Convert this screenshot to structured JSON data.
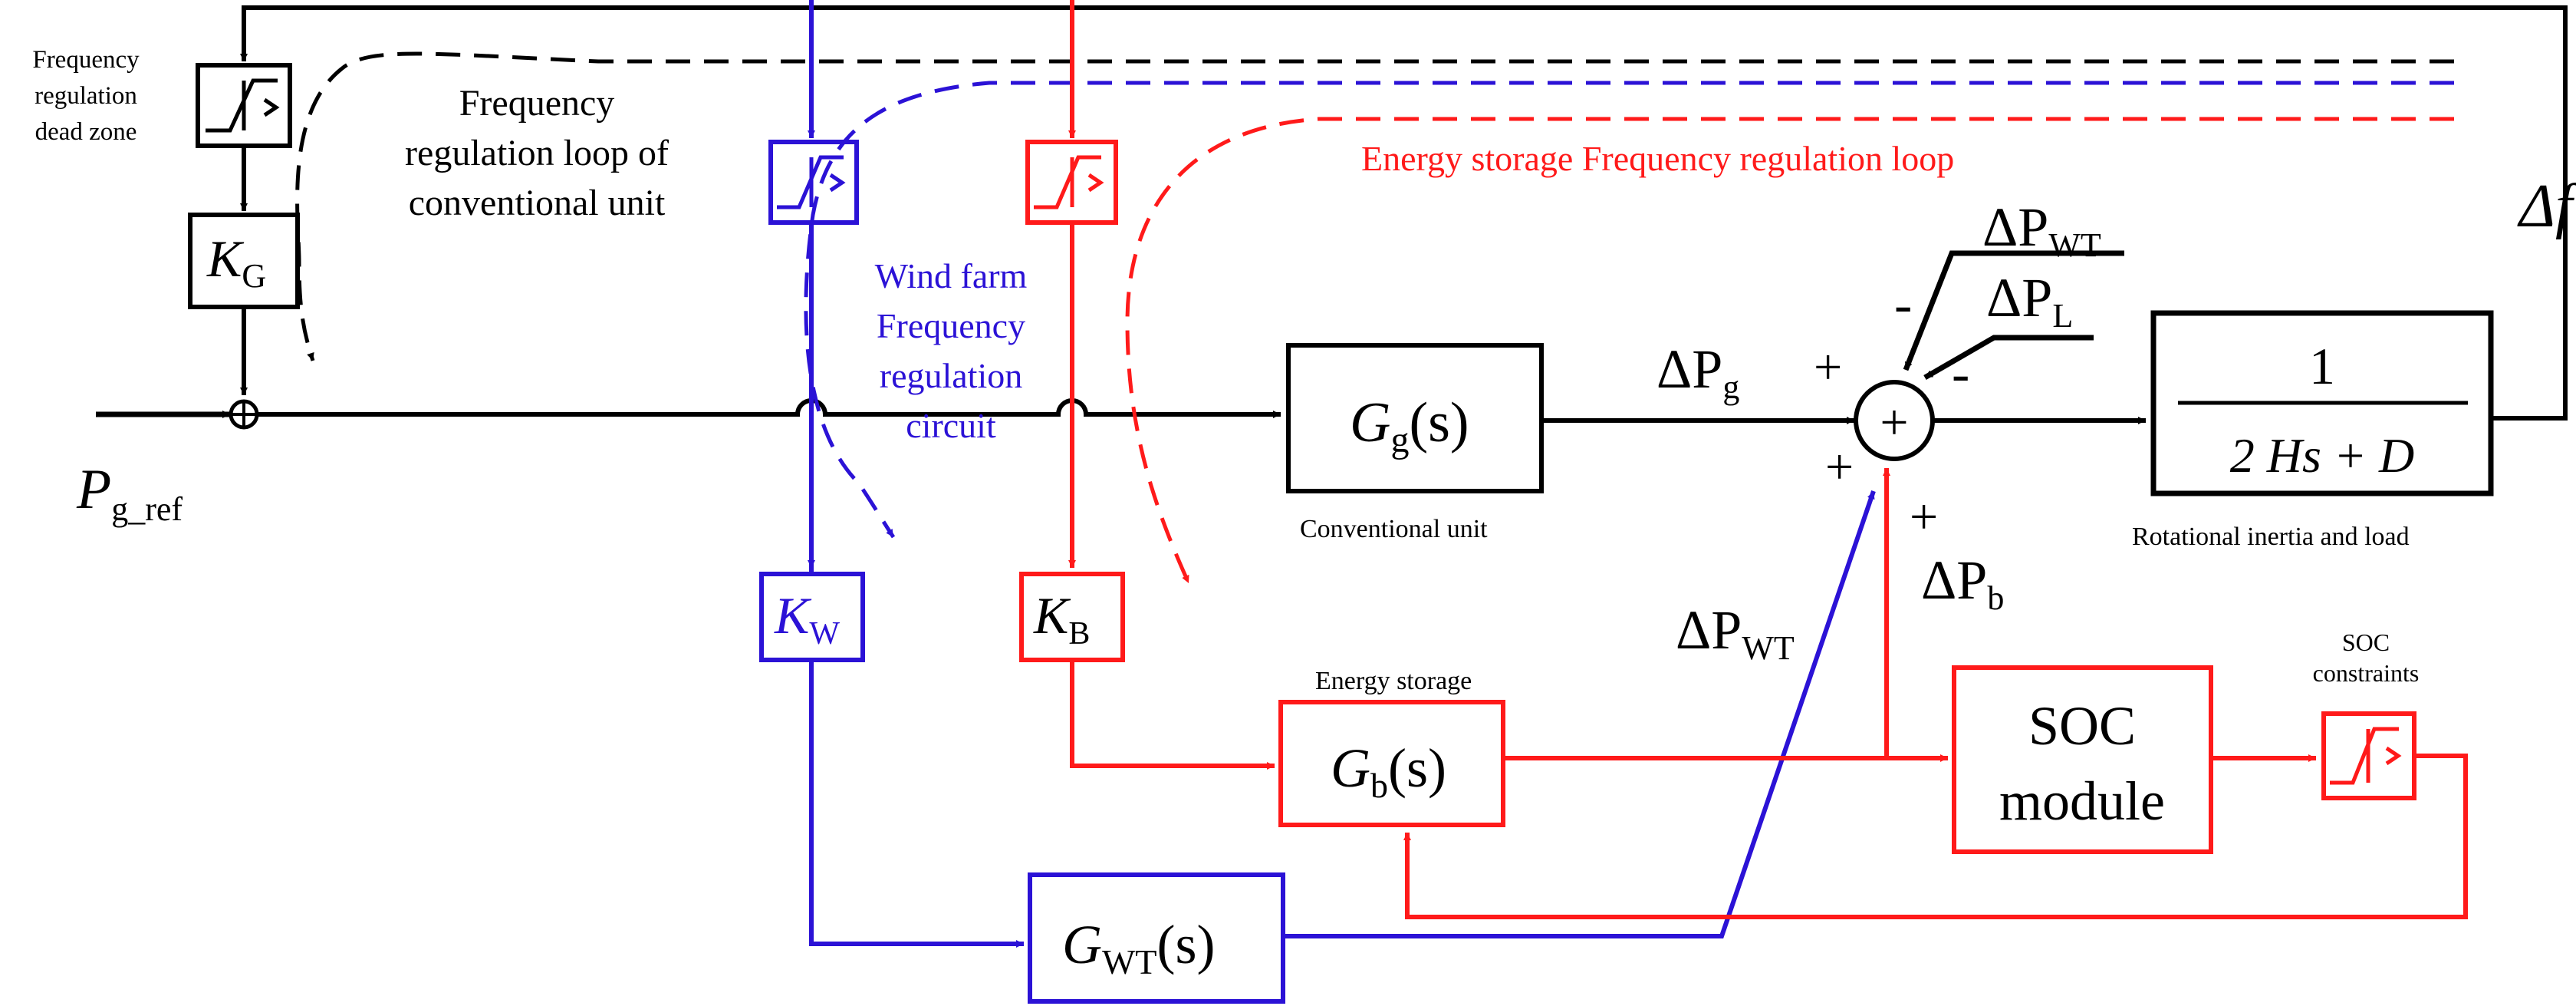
{
  "colors": {
    "black": "#000000",
    "blue": "#2b12d6",
    "red": "#ff1a1a",
    "background": "#ffffff"
  },
  "labels": {
    "deadzone": [
      "Frequency",
      "regulation",
      "dead zone"
    ],
    "conv_loop": [
      "Frequency",
      "regulation loop of",
      "conventional unit"
    ],
    "wind_loop": [
      "Wind farm",
      "Frequency",
      "regulation",
      "circuit"
    ],
    "storage_loop": "Energy storage Frequency regulation loop",
    "conventional_unit": "Conventional unit",
    "rotational": "Rotational inertia and load",
    "energy_storage": "Energy storage",
    "soc_constraints": [
      "SOC",
      "constraints"
    ],
    "soc_module": [
      "SOC",
      "module"
    ]
  },
  "blocks": {
    "KG": {
      "sym": "K",
      "sub": "G"
    },
    "KW": {
      "sym": "K",
      "sub": "W"
    },
    "KB": {
      "sym": "K",
      "sub": "B"
    },
    "Gg": {
      "sym": "G",
      "sub": "g",
      "arg": "(s)"
    },
    "Gb": {
      "sym": "G",
      "sub": "b",
      "arg": "(s)"
    },
    "GWT": {
      "sym": "G",
      "sub": "WT",
      "arg": "(s)"
    },
    "tf": {
      "num": "1",
      "den": "2 Hs + D"
    }
  },
  "signals": {
    "pgref": {
      "sym": "P",
      "sub": "g_ref"
    },
    "dPg": {
      "sym": "ΔP",
      "sub": "g"
    },
    "dPWT_top": {
      "sym": "ΔP",
      "sub": "WT"
    },
    "dPL": {
      "sym": "ΔP",
      "sub": "L"
    },
    "dPWT": {
      "sym": "ΔP",
      "sub": "WT"
    },
    "dPb": {
      "sym": "ΔP",
      "sub": "b"
    },
    "df": "Δf"
  },
  "signs": {
    "plus_left": "+",
    "plus_lower": "+",
    "plus_below": "+",
    "minus_left": "-",
    "minus_right": "-",
    "sum_symbol": "+"
  }
}
